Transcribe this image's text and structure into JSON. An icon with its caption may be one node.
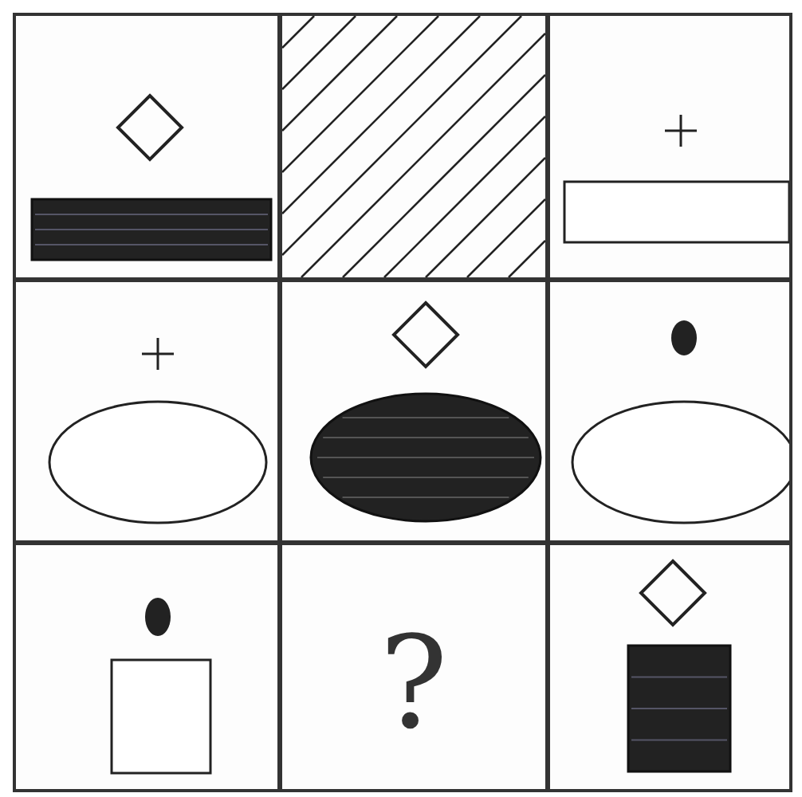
{
  "diagram": {
    "nodes": [
      {
        "text": [],
        "shape": "box"
      },
      {
        "text": [],
        "shape": "box"
      },
      {
        "text": [],
        "shape": "box"
      },
      {
        "text": [],
        "shape": "box"
      },
      {
        "text": [],
        "shape": "box"
      },
      {
        "text": [],
        "shape": "box"
      },
      {
        "text": [],
        "shape": "box"
      },
      {
        "text": [
          "?"
        ]
      },
      {
        "text": [],
        "shape": "box"
      }
    ]
  }
}
